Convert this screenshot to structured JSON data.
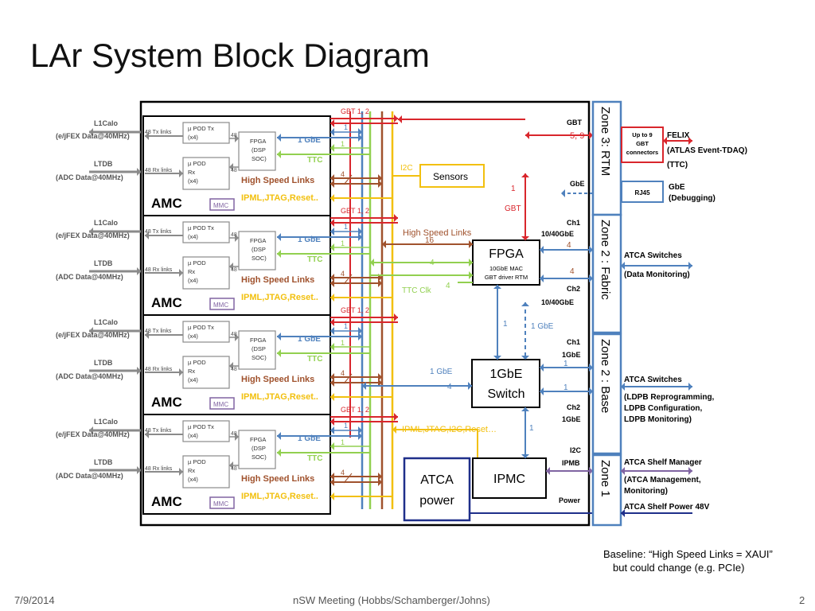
{
  "title": "LAr System Block Diagram",
  "amc": {
    "l1calo": "L1Calo",
    "jfex": "(e/jFEX Data@40MHz)",
    "ltdb": "LTDB",
    "adc": "(ADC Data@40MHz)",
    "tx_links": "48  Tx links",
    "rx_links": "48  Rx links",
    "pod_tx": [
      "µ POD Tx",
      "(x4)"
    ],
    "pod_rx": [
      "µ POD",
      "Rx",
      "(x4)"
    ],
    "fpga": [
      "FPGA",
      "(DSP",
      "SOC)"
    ],
    "num48": "48",
    "gbe": "1 GbE",
    "ttc": "TTC",
    "hsl": "High Speed Links",
    "ipml": "IPML,JTAG,Reset..",
    "amc_label": "AMC",
    "mmc": "MMC",
    "num4": "4",
    "num1": "1",
    "gbt12": "GBT 1, 2"
  },
  "hub": {
    "i2c": "I2C",
    "sensors": "Sensors",
    "hsl_center": "High Speed Links",
    "n16": "16",
    "n4": "4",
    "ttc_clk": "TTC Clk",
    "fpga_title": "FPGA",
    "fpga_sub1": "10GbE MAC",
    "fpga_sub2": "GBT driver RTM",
    "gbt_label": "GBT",
    "n1": "1",
    "gbe_1": "1 GbE",
    "switch_l1": "1GbE",
    "switch_l2": "Switch",
    "ipml_center": "IPML,JTAG,I2C,Reset…",
    "atca_power_l1": "ATCA",
    "atca_power_l2": "power",
    "ipmc": "IPMC"
  },
  "rtm": {
    "gbt": "GBT",
    "gbt_59": "5, 9",
    "gbe": "GbE",
    "ch1": "Ch1",
    "ch2": "Ch2",
    "g1040": "10/40GbE",
    "gbe1": "1GbE",
    "i2c": "I2C",
    "ipmb": "IPMB",
    "power": "Power"
  },
  "zones": {
    "z3": "Zone 3: RTM",
    "z2f": "Zone 2 : Fabric",
    "z2b": "Zone 2 : Base",
    "z1": "Zone 1"
  },
  "right": {
    "gbt_conn": [
      "Up to 9",
      "GBT",
      "connectors"
    ],
    "felix": "FELIX",
    "felix_sub": "(ATLAS Event-TDAQ)",
    "felix_ttc": "(TTC)",
    "rj45": "RJ45",
    "gbe": "GbE",
    "debugging": "(Debugging)",
    "atca_switches": "ATCA Switches",
    "data_monitoring": "(Data Monitoring)",
    "atca_switches2": "ATCA Switches",
    "ldpb1": "(LDPB Reprogramming,",
    "ldpb2": "LDPB Configuration,",
    "ldpb3": "LDPB Monitoring)",
    "shelf_mgr": "ATCA Shelf Manager",
    "atca_mgmt1": "(ATCA Management,",
    "atca_mgmt2": "Monitoring)",
    "shelf_power": "ATCA Shelf Power 48V"
  },
  "baseline": {
    "line1": "Baseline: “High Speed Links = XAUI”",
    "line2": "but could change (e.g. PCIe)"
  },
  "footer": {
    "date": "7/9/2014",
    "center": "nSW Meeting  (Hobbs/Schamberger/Johns)",
    "page": "2"
  }
}
